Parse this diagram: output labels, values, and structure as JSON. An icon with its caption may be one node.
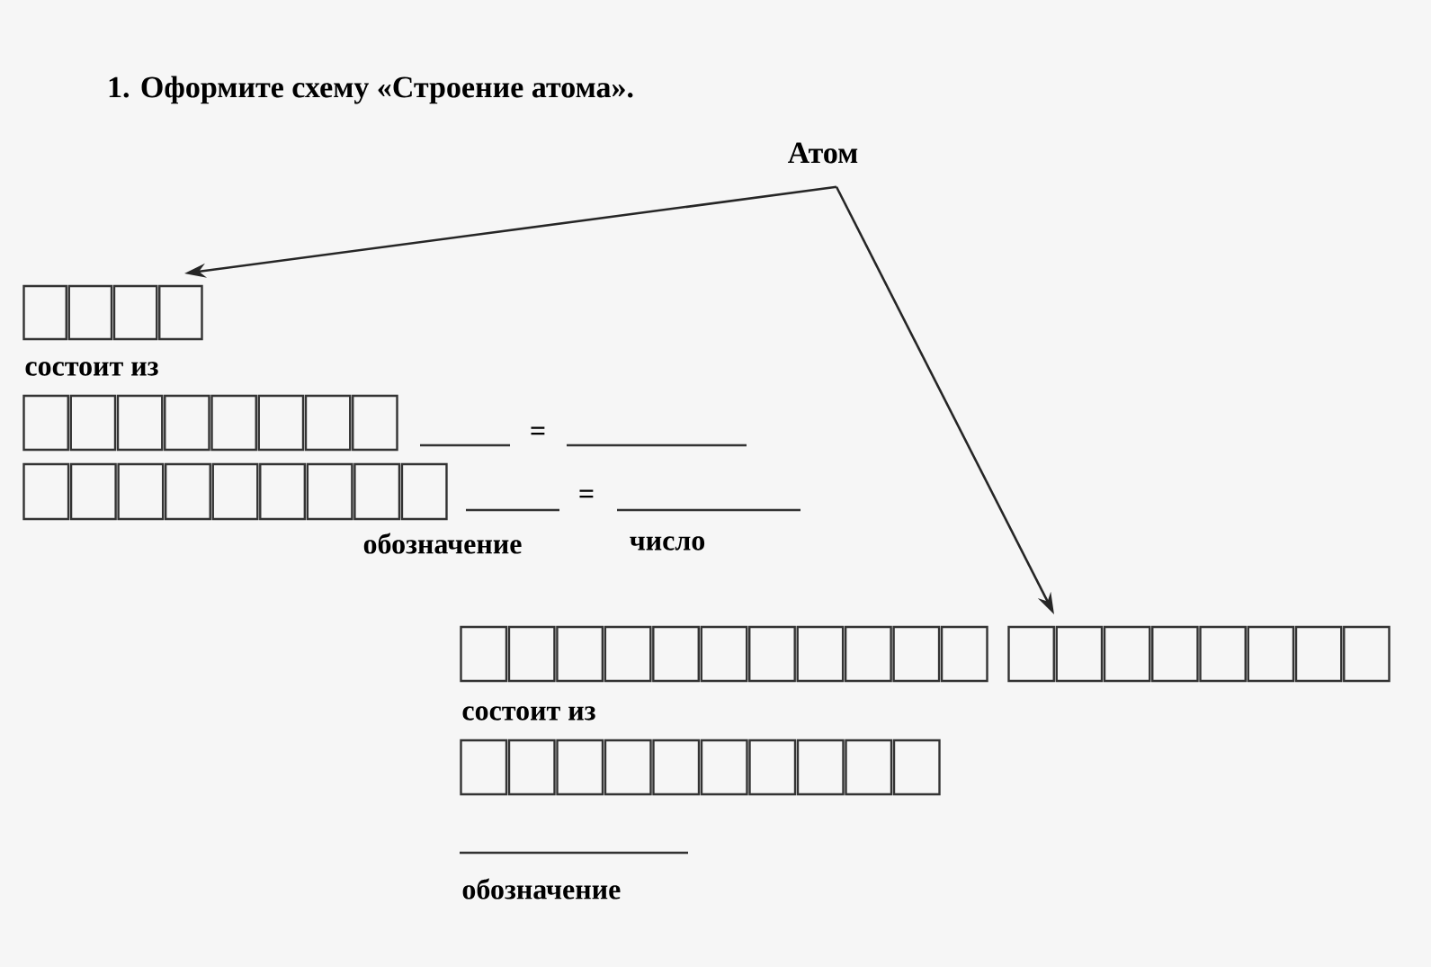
{
  "diagram": {
    "title": "1. Оформите схему «Строение атома».",
    "nodes": [
      {
        "text": [
          "Атом"
        ]
      },
      {
        "text": [],
        "shape": "box"
      },
      {
        "text": [],
        "shape": "box"
      },
      {
        "text": [],
        "shape": "box"
      },
      {
        "text": [],
        "shape": "box"
      },
      {
        "text": [],
        "shape": "box"
      }
    ],
    "edges": [
      {
        "from": 0,
        "to": 1,
        "arrow": "to"
      },
      {
        "from": 0,
        "to": 4,
        "arrow": "to"
      }
    ],
    "labels": [
      "состоит из",
      "=",
      "=",
      "обозначение",
      "число",
      "состоит из",
      "обозначение"
    ]
  }
}
